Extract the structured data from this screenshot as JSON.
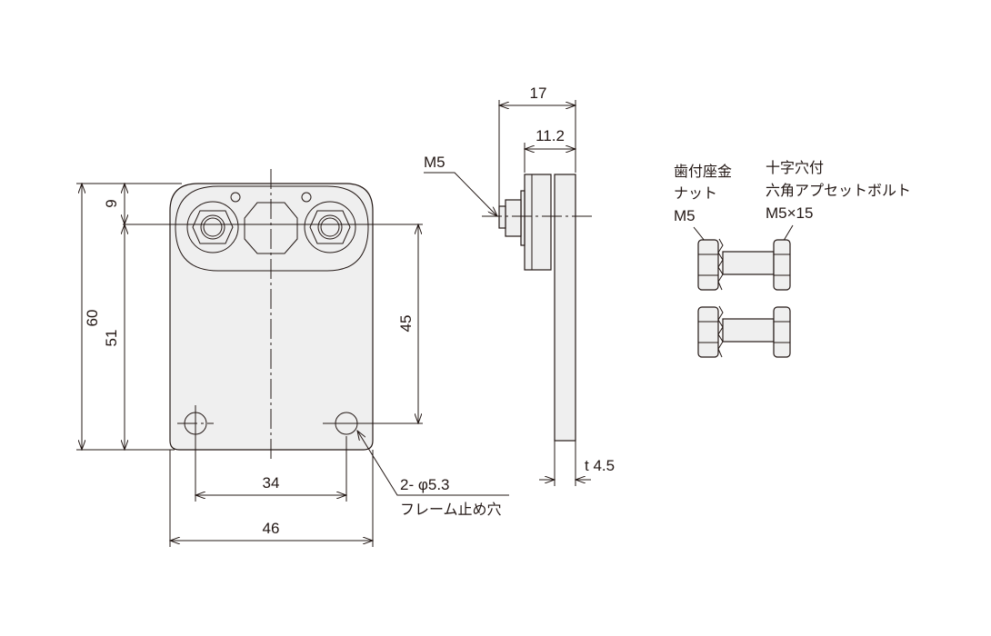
{
  "front_view": {
    "dim_overall_height": "60",
    "dim_top_offset": "9",
    "dim_hole_height": "51",
    "dim_hole_spacing_vertical": "45",
    "dim_hole_spacing": "34",
    "dim_overall_width": "46",
    "hole_callout": "2- φ5.3",
    "hole_callout_note": "フレーム止め穴"
  },
  "side_view": {
    "dim_total_depth": "17",
    "dim_block_depth": "11.2",
    "thread_label": "M5",
    "thickness_label": "t 4.5"
  },
  "parts": {
    "nut_label_line1": "歯付座金",
    "nut_label_line2": "ナット",
    "nut_label_line3": "M5",
    "bolt_label_line1": "十字穴付",
    "bolt_label_line2": "六角アプセットボルト",
    "bolt_label_line3": "M5×15"
  }
}
